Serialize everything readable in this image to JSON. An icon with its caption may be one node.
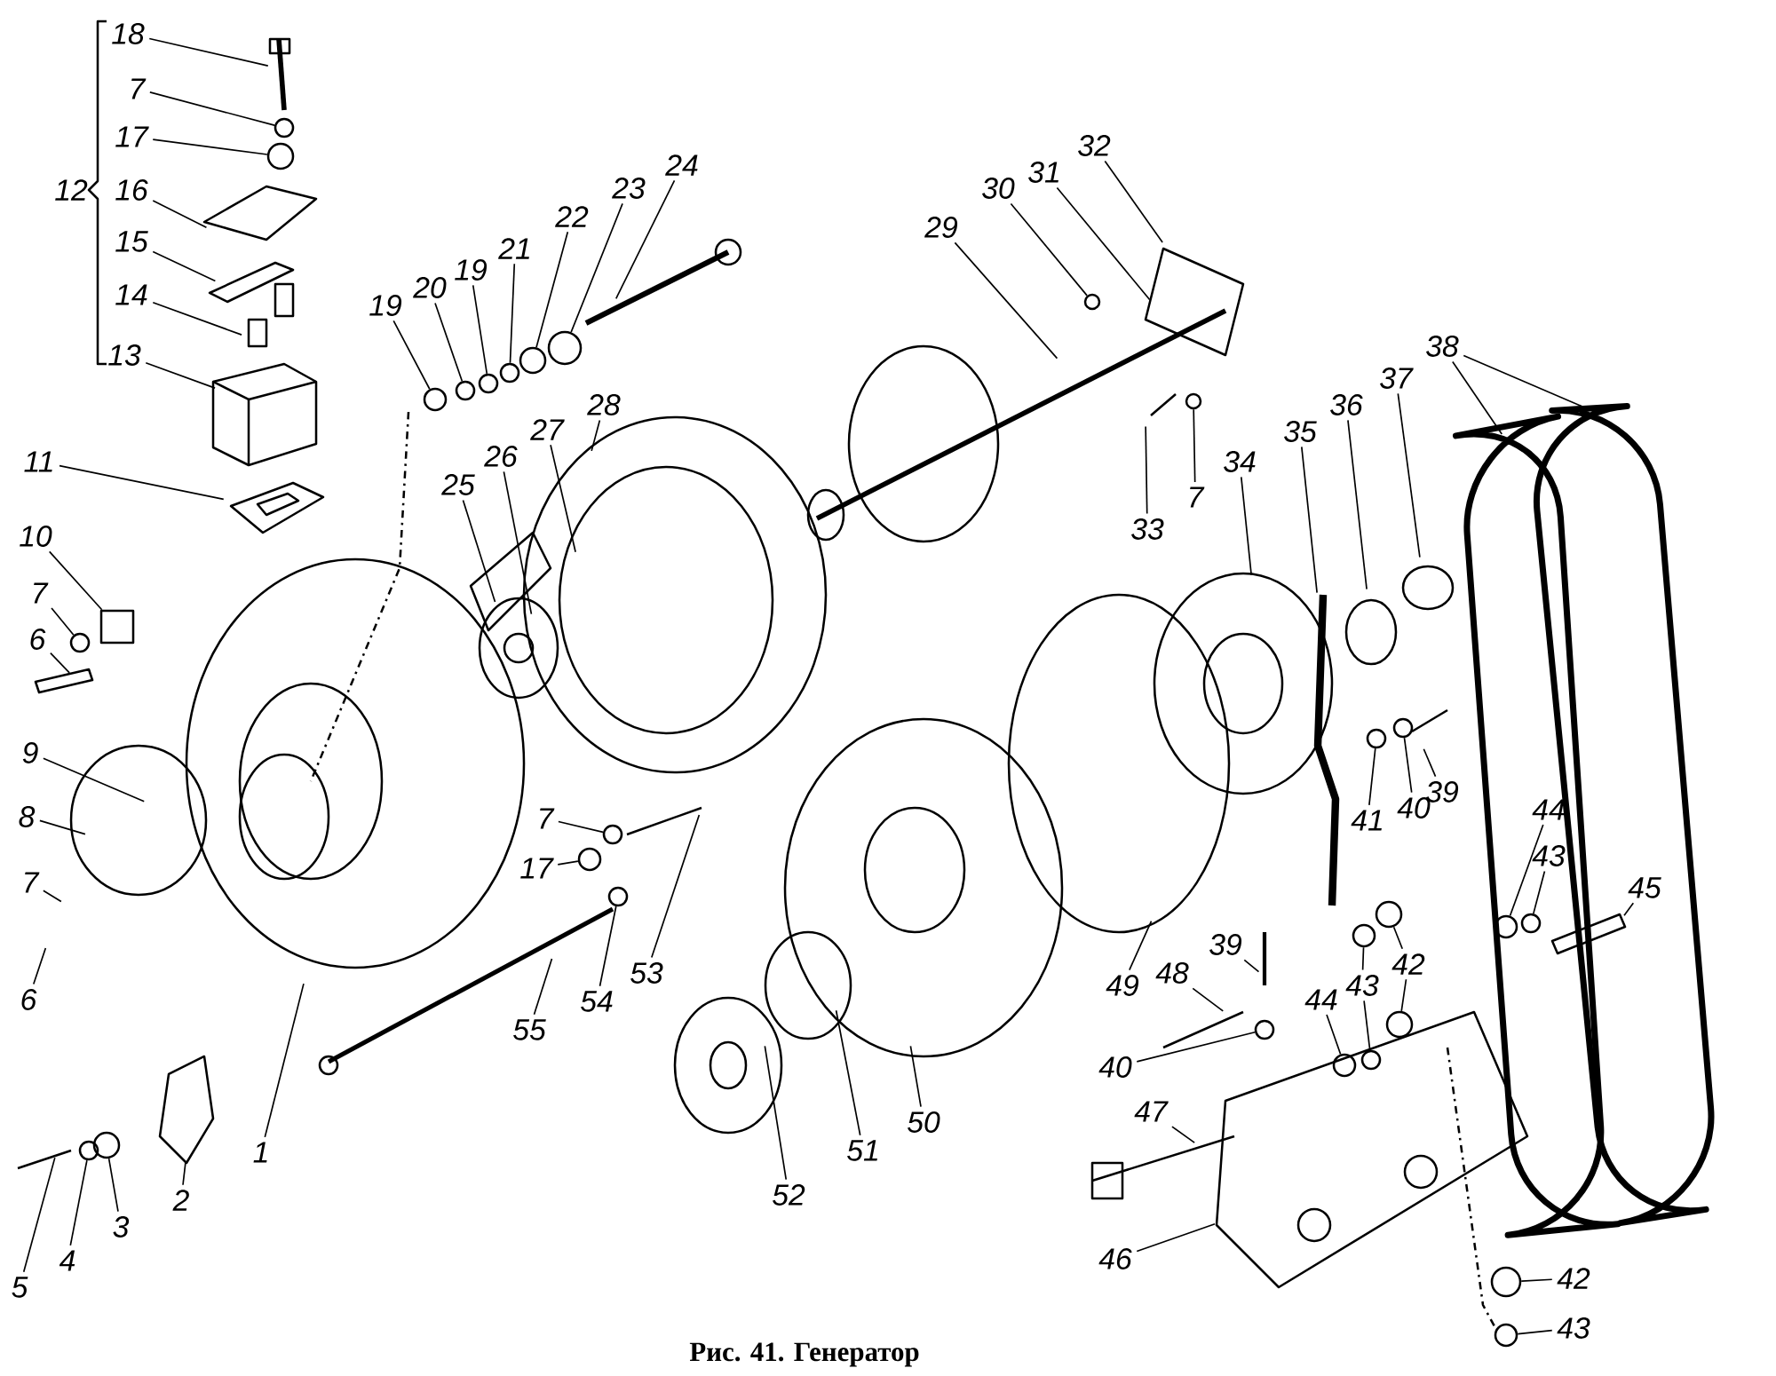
{
  "diagram": {
    "caption": "Рис. 41. Генератор",
    "nodes": [
      {
        "text": [
          "18"
        ]
      },
      {
        "text": [
          "7"
        ]
      },
      {
        "text": [
          "17"
        ]
      },
      {
        "text": [
          "16"
        ]
      },
      {
        "text": [
          "15"
        ]
      },
      {
        "text": [
          "14"
        ]
      },
      {
        "text": [
          "13"
        ]
      },
      {
        "text": [
          "11"
        ]
      },
      {
        "text": [
          "10"
        ]
      },
      {
        "text": [
          "7"
        ]
      },
      {
        "text": [
          "6"
        ]
      },
      {
        "text": [
          "19"
        ]
      },
      {
        "text": [
          "20"
        ]
      },
      {
        "text": [
          "19"
        ]
      },
      {
        "text": [
          "21"
        ]
      },
      {
        "text": [
          "22"
        ]
      },
      {
        "text": [
          "23"
        ]
      },
      {
        "text": [
          "24"
        ]
      },
      {
        "text": [
          "25"
        ]
      },
      {
        "text": [
          "26"
        ]
      },
      {
        "text": [
          "27"
        ]
      },
      {
        "text": [
          "28"
        ]
      },
      {
        "text": [
          "29"
        ]
      },
      {
        "text": [
          "30"
        ]
      },
      {
        "text": [
          "31"
        ]
      },
      {
        "text": [
          "32"
        ]
      },
      {
        "text": [
          "33"
        ]
      },
      {
        "text": [
          "7"
        ]
      },
      {
        "text": [
          "34"
        ]
      },
      {
        "text": [
          "35"
        ]
      },
      {
        "text": [
          "36"
        ]
      },
      {
        "text": [
          "37"
        ]
      },
      {
        "text": [
          "38"
        ]
      },
      {
        "text": [
          "9"
        ]
      },
      {
        "text": [
          "8"
        ]
      },
      {
        "text": [
          "7"
        ]
      },
      {
        "text": [
          "6"
        ]
      },
      {
        "text": [
          "7"
        ]
      },
      {
        "text": [
          "17"
        ]
      },
      {
        "text": [
          "53"
        ]
      },
      {
        "text": [
          "54"
        ]
      },
      {
        "text": [
          "55"
        ]
      },
      {
        "text": [
          "1"
        ]
      },
      {
        "text": [
          "2"
        ]
      },
      {
        "text": [
          "3"
        ]
      },
      {
        "text": [
          "4"
        ]
      },
      {
        "text": [
          "5"
        ]
      },
      {
        "text": [
          "52"
        ]
      },
      {
        "text": [
          "51"
        ]
      },
      {
        "text": [
          "50"
        ]
      },
      {
        "text": [
          "49"
        ]
      },
      {
        "text": [
          "41"
        ]
      },
      {
        "text": [
          "40"
        ]
      },
      {
        "text": [
          "39"
        ]
      },
      {
        "text": [
          "44"
        ]
      },
      {
        "text": [
          "43"
        ]
      },
      {
        "text": [
          "45"
        ]
      },
      {
        "text": [
          "42"
        ]
      },
      {
        "text": [
          "43"
        ]
      },
      {
        "text": [
          "44"
        ]
      },
      {
        "text": [
          "48"
        ]
      },
      {
        "text": [
          "39"
        ]
      },
      {
        "text": [
          "40"
        ]
      },
      {
        "text": [
          "47"
        ]
      },
      {
        "text": [
          "46"
        ]
      },
      {
        "text": [
          "42"
        ]
      },
      {
        "text": [
          "43"
        ]
      },
      {
        "text": [],
        "shape": "circle"
      },
      {
        "text": [],
        "shape": "circle"
      },
      {
        "text": [],
        "shape": "circle"
      },
      {
        "text": [],
        "shape": "box"
      },
      {
        "text": [],
        "shape": "circle"
      },
      {
        "text": [],
        "shape": "circle"
      },
      {
        "text": [],
        "shape": "circle"
      },
      {
        "text": [],
        "shape": "circle"
      },
      {
        "text": [],
        "shape": "circle"
      },
      {
        "text": [],
        "shape": "circle"
      },
      {
        "text": [],
        "shape": "circle"
      },
      {
        "text": [],
        "shape": "circle"
      },
      {
        "text": [],
        "shape": "circle"
      },
      {
        "text": [],
        "shape": "circle"
      },
      {
        "text": [],
        "shape": "circle"
      },
      {
        "text": [],
        "shape": "circle"
      },
      {
        "text": [],
        "shape": "circle"
      },
      {
        "text": [],
        "shape": "circle"
      },
      {
        "text": [],
        "shape": "circle"
      },
      {
        "text": [],
        "shape": "circle"
      },
      {
        "text": [],
        "shape": "circle"
      },
      {
        "text": [],
        "shape": "circle"
      },
      {
        "text": [],
        "shape": "circle"
      },
      {
        "text": [],
        "shape": "circle"
      },
      {
        "text": [],
        "shape": "circle"
      },
      {
        "text": [],
        "shape": "circle"
      },
      {
        "text": [],
        "shape": "circle"
      },
      {
        "text": [],
        "shape": "circle"
      },
      {
        "text": [],
        "shape": "circle"
      }
    ],
    "edges": [
      {
        "from": 0,
        "to": null,
        "arrow": "none"
      },
      {
        "from": 1,
        "to": 72,
        "arrow": "none"
      },
      {
        "from": 2,
        "to": 71,
        "arrow": "none"
      },
      {
        "from": 3,
        "to": null,
        "arrow": "none"
      },
      {
        "from": 4,
        "to": null,
        "arrow": "none"
      },
      {
        "from": 5,
        "to": null,
        "arrow": "none"
      },
      {
        "from": 6,
        "to": null,
        "arrow": "none"
      },
      {
        "from": 7,
        "to": null,
        "arrow": "none"
      },
      {
        "from": 8,
        "to": 70,
        "arrow": "none"
      },
      {
        "from": 9,
        "to": 67,
        "arrow": "none"
      },
      {
        "from": 10,
        "to": null,
        "arrow": "none"
      },
      {
        "from": 11,
        "to": 73,
        "arrow": "none"
      },
      {
        "from": 12,
        "to": 74,
        "arrow": "none"
      },
      {
        "from": 13,
        "to": 75,
        "arrow": "none"
      },
      {
        "from": 14,
        "to": 76,
        "arrow": "none"
      },
      {
        "from": 15,
        "to": 77,
        "arrow": "none"
      },
      {
        "from": 16,
        "to": 78,
        "arrow": "none"
      },
      {
        "from": 17,
        "to": null,
        "arrow": "none"
      },
      {
        "from": 18,
        "to": null,
        "arrow": "none"
      },
      {
        "from": 19,
        "to": null,
        "arrow": "none"
      },
      {
        "from": 20,
        "to": null,
        "arrow": "none"
      },
      {
        "from": 21,
        "to": null,
        "arrow": "none"
      },
      {
        "from": 22,
        "to": null,
        "arrow": "none"
      },
      {
        "from": 23,
        "to": 82,
        "arrow": "none"
      },
      {
        "from": 24,
        "to": null,
        "arrow": "none"
      },
      {
        "from": 25,
        "to": null,
        "arrow": "none"
      },
      {
        "from": 26,
        "to": null,
        "arrow": "none"
      },
      {
        "from": 27,
        "to": 83,
        "arrow": "none"
      },
      {
        "from": 28,
        "to": null,
        "arrow": "none"
      },
      {
        "from": 29,
        "to": null,
        "arrow": "none"
      },
      {
        "from": 30,
        "to": null,
        "arrow": "none"
      },
      {
        "from": 31,
        "to": null,
        "arrow": "none"
      },
      {
        "from": 32,
        "to": null,
        "arrow": "none"
      },
      {
        "from": 32,
        "to": null,
        "arrow": "none"
      },
      {
        "from": 33,
        "to": null,
        "arrow": "none"
      },
      {
        "from": 34,
        "to": null,
        "arrow": "none"
      },
      {
        "from": 35,
        "to": null,
        "arrow": "none"
      },
      {
        "from": 36,
        "to": null,
        "arrow": "none"
      },
      {
        "from": 37,
        "to": 80,
        "arrow": "none"
      },
      {
        "from": 38,
        "to": 79,
        "arrow": "none"
      },
      {
        "from": 39,
        "to": null,
        "arrow": "none"
      },
      {
        "from": 40,
        "to": 81,
        "arrow": "none"
      },
      {
        "from": 41,
        "to": null,
        "arrow": "none"
      },
      {
        "from": 42,
        "to": null,
        "arrow": "none"
      },
      {
        "from": 43,
        "to": null,
        "arrow": "none"
      },
      {
        "from": 44,
        "to": 69,
        "arrow": "none"
      },
      {
        "from": 45,
        "to": 68,
        "arrow": "none"
      },
      {
        "from": 46,
        "to": null,
        "arrow": "none"
      },
      {
        "from": 47,
        "to": null,
        "arrow": "none"
      },
      {
        "from": 48,
        "to": null,
        "arrow": "none"
      },
      {
        "from": 49,
        "to": null,
        "arrow": "none"
      },
      {
        "from": 50,
        "to": null,
        "arrow": "none"
      },
      {
        "from": 51,
        "to": 88,
        "arrow": "none"
      },
      {
        "from": 52,
        "to": 91,
        "arrow": "none"
      },
      {
        "from": 53,
        "to": null,
        "arrow": "none"
      },
      {
        "from": 54,
        "to": 92,
        "arrow": "none"
      },
      {
        "from": 55,
        "to": 95,
        "arrow": "none"
      },
      {
        "from": 56,
        "to": null,
        "arrow": "none"
      },
      {
        "from": 57,
        "to": 89,
        "arrow": "none"
      },
      {
        "from": 57,
        "to": 90,
        "arrow": "none"
      },
      {
        "from": 58,
        "to": 86,
        "arrow": "none"
      },
      {
        "from": 58,
        "to": 87,
        "arrow": "none"
      },
      {
        "from": 59,
        "to": 85,
        "arrow": "none"
      },
      {
        "from": 60,
        "to": null,
        "arrow": "none"
      },
      {
        "from": 61,
        "to": null,
        "arrow": "none"
      },
      {
        "from": 62,
        "to": 84,
        "arrow": "none"
      },
      {
        "from": 63,
        "to": null,
        "arrow": "none"
      },
      {
        "from": 64,
        "to": null,
        "arrow": "none"
      },
      {
        "from": 65,
        "to": 93,
        "arrow": "none"
      },
      {
        "from": 66,
        "to": 94,
        "arrow": "none"
      }
    ],
    "labels": [
      "12"
    ]
  }
}
